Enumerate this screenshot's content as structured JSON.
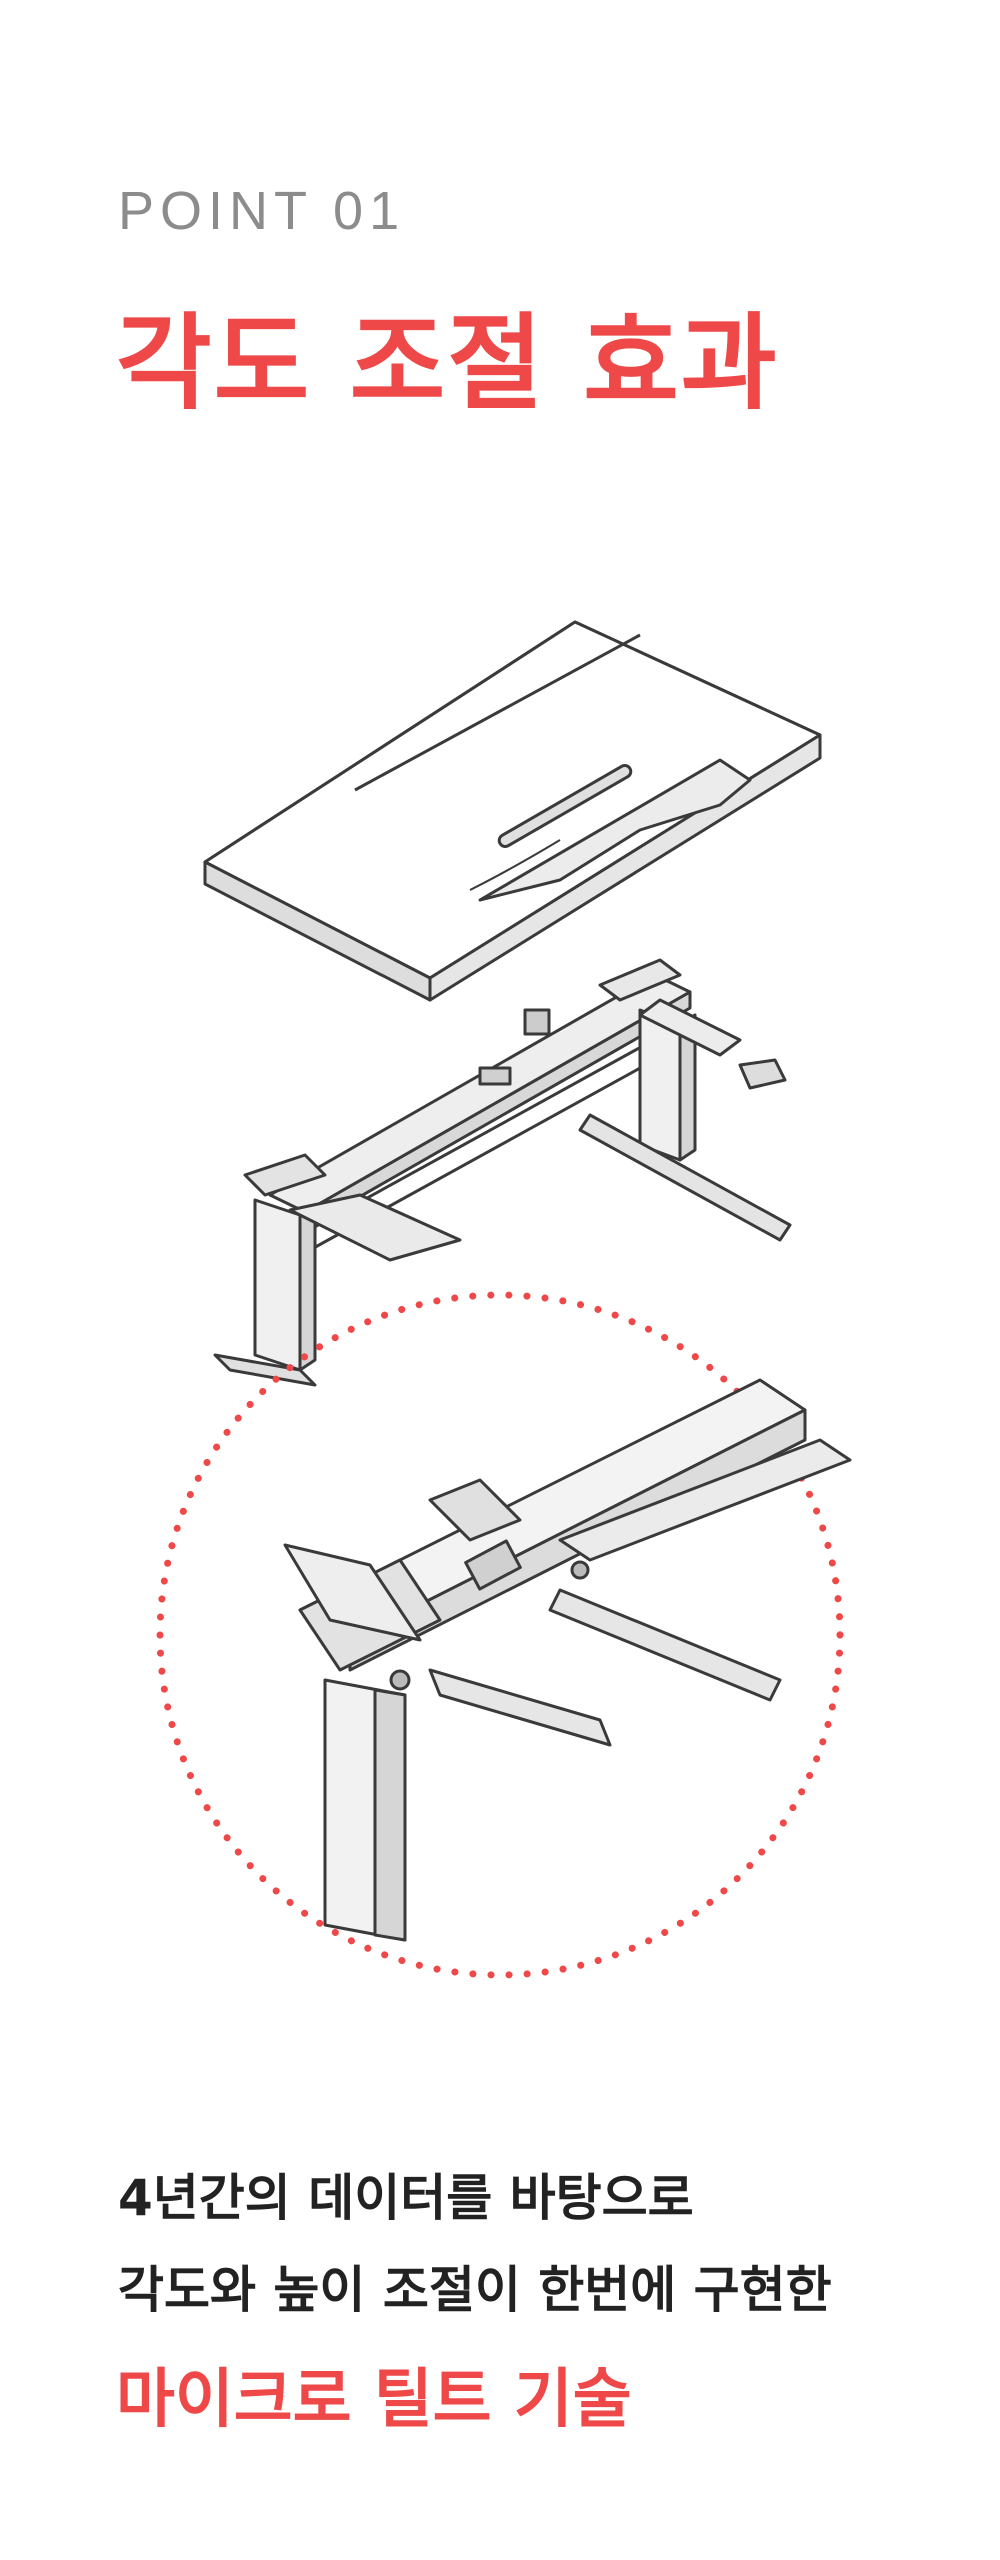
{
  "point": {
    "label": "POINT 01"
  },
  "headline": "각도 조절 효과",
  "description": {
    "line1": "4년간의 데이터를 바탕으로",
    "line2": "각도와 높이 조절이 한번에 구현한",
    "highlight": "마이크로 틸트 기술"
  },
  "colors": {
    "accent": "#ef4848",
    "label": "#8c8c8c",
    "text": "#222222"
  }
}
